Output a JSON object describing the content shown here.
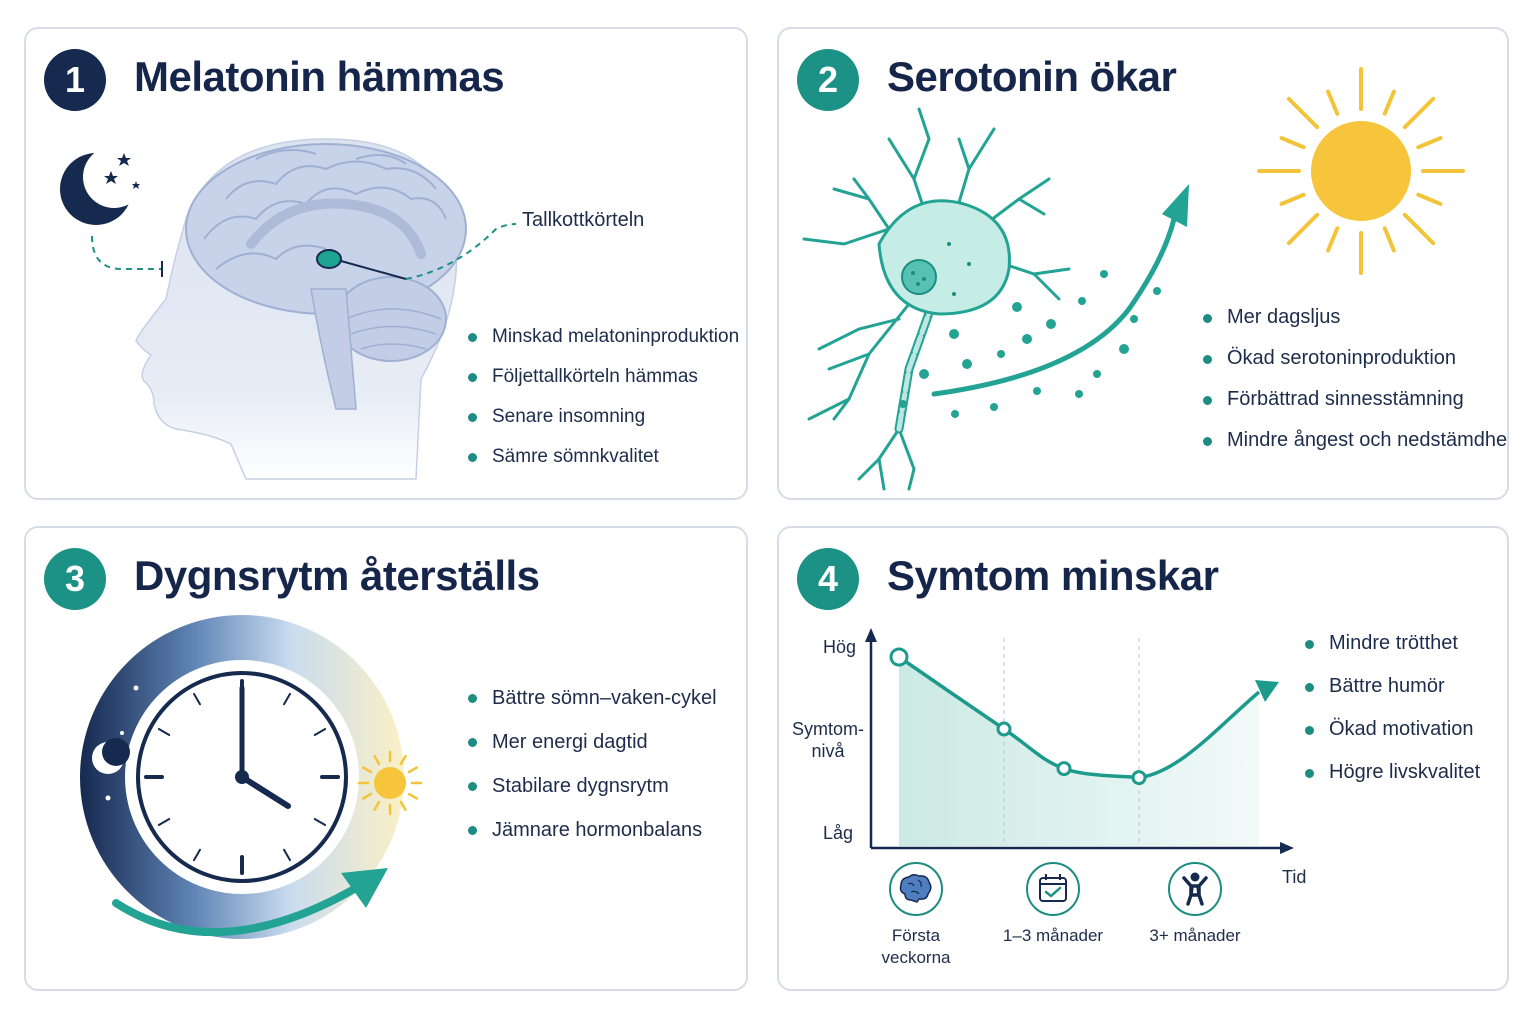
{
  "panels": [
    {
      "number": "1",
      "title": "Melatonin hämmas",
      "callout": "Tallkottkörteln",
      "bullets": [
        "Minskad melatoninproduktion",
        "Följettallkörteln hämmas",
        "Senare insomning",
        "Sämre sömnkvalitet"
      ]
    },
    {
      "number": "2",
      "title": "Serotonin ökar",
      "bullets": [
        "Mer dagsljus",
        "Ökad serotoninproduktion",
        "Förbättrad sinnesstämning",
        "Mindre ångest och nedstämdhet"
      ]
    },
    {
      "number": "3",
      "title": "Dygnsrytm återställs",
      "bullets": [
        "Bättre sömn–vaken-cykel",
        "Mer energi dagtid",
        "Stabilare dygnsrytm",
        "Jämnare hormonbalans"
      ]
    },
    {
      "number": "4",
      "title": "Symtom minskar",
      "bullets": [
        "Mindre trötthet",
        "Bättre humör",
        "Ökad motivation",
        "Högre livskvalitet"
      ]
    }
  ],
  "chart_data": {
    "type": "line",
    "y_axis": {
      "label": "Symtom-\nnivå",
      "high": "Hög",
      "low": "Låg"
    },
    "x_axis": {
      "label": "Tid"
    },
    "milestones": [
      {
        "label": "Första veckorna",
        "icon": "brain-icon"
      },
      {
        "label": "1–3 månader",
        "icon": "calendar-check-icon"
      },
      {
        "label": "3+ månader",
        "icon": "person-cheering-icon"
      }
    ],
    "series": [
      {
        "x": [
          0,
          0.35,
          0.55,
          0.8
        ],
        "y": [
          0.95,
          0.55,
          0.33,
          0.28
        ]
      }
    ],
    "trend_after": "rising",
    "colors": {
      "line": "#1c9a8c",
      "fill": "#dff1ee"
    }
  },
  "colors": {
    "navy": "#16294f",
    "teal": "#1c9185",
    "sun": "#f3c43a",
    "border": "#d7dde6"
  }
}
